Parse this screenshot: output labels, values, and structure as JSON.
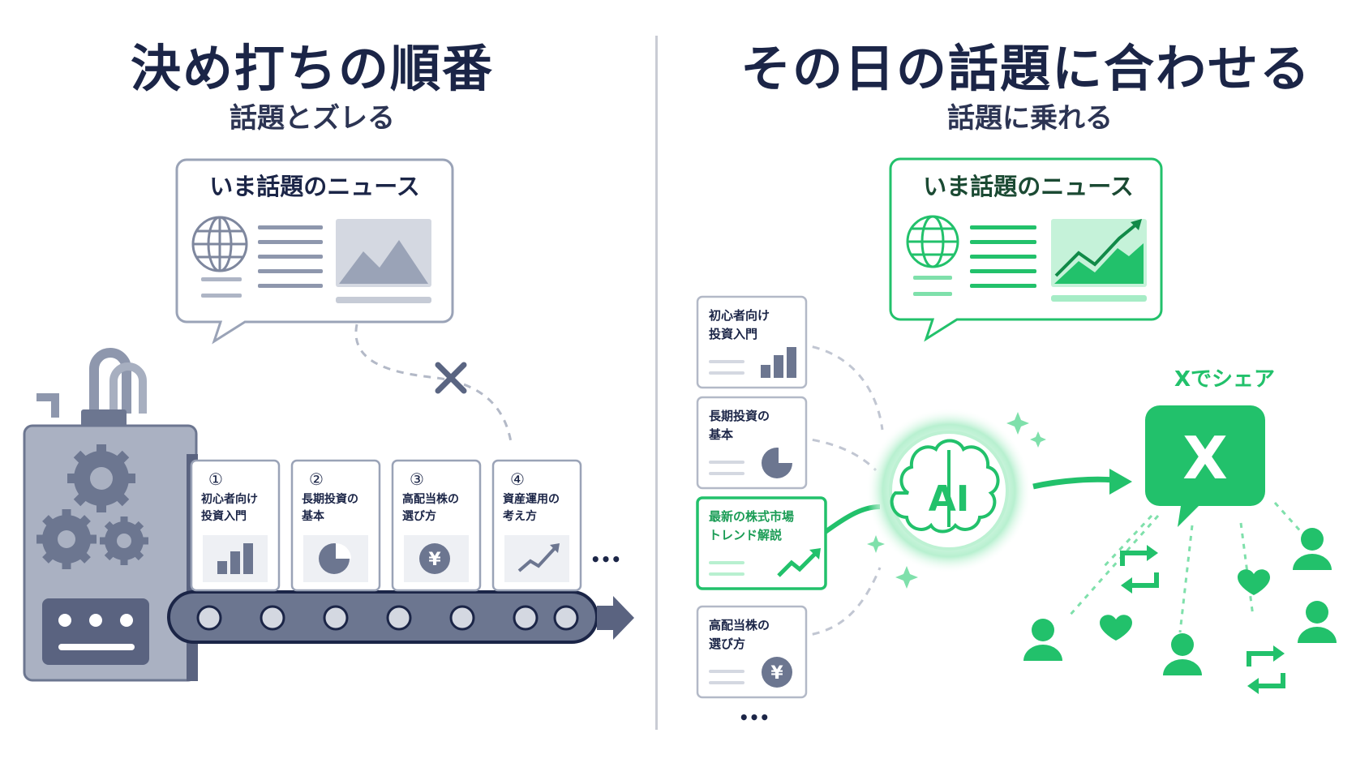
{
  "left": {
    "title": "決め打ちの順番",
    "subtitle": "話題とズレる",
    "news_label": "いま話題のニュース",
    "cards": [
      {
        "number": "①",
        "line1": "初心者向け",
        "line2": "投資入門",
        "icon": "bar-chart-icon"
      },
      {
        "number": "②",
        "line1": "長期投資の",
        "line2": "基本",
        "icon": "pie-chart-icon"
      },
      {
        "number": "③",
        "line1": "高配当株の",
        "line2": "選び方",
        "icon": "yen-coin-icon"
      },
      {
        "number": "④",
        "line1": "資産運用の",
        "line2": "考え方",
        "icon": "line-chart-icon"
      }
    ],
    "more": "•••"
  },
  "right": {
    "title": "その日の話題に合わせる",
    "subtitle": "話題に乗れる",
    "news_label": "いま話題のニュース",
    "topics": [
      {
        "line1": "初心者向け",
        "line2": "投資入門",
        "icon": "bar-chart-icon",
        "highlight": false
      },
      {
        "line1": "長期投資の",
        "line2": "基本",
        "icon": "pie-chart-icon",
        "highlight": false
      },
      {
        "line1": "最新の株式市場",
        "line2": "トレンド解説",
        "icon": "trend-up-icon",
        "highlight": true
      },
      {
        "line1": "高配当株の",
        "line2": "選び方",
        "icon": "yen-coin-icon",
        "highlight": false
      }
    ],
    "more": "•••",
    "ai_label": "AI",
    "share_label": "Xでシェア",
    "x_logo": "X"
  },
  "colors": {
    "navy": "#1b2547",
    "gray": "#8e97ad",
    "green": "#22c16b",
    "light_gray": "#e7e9ef"
  }
}
